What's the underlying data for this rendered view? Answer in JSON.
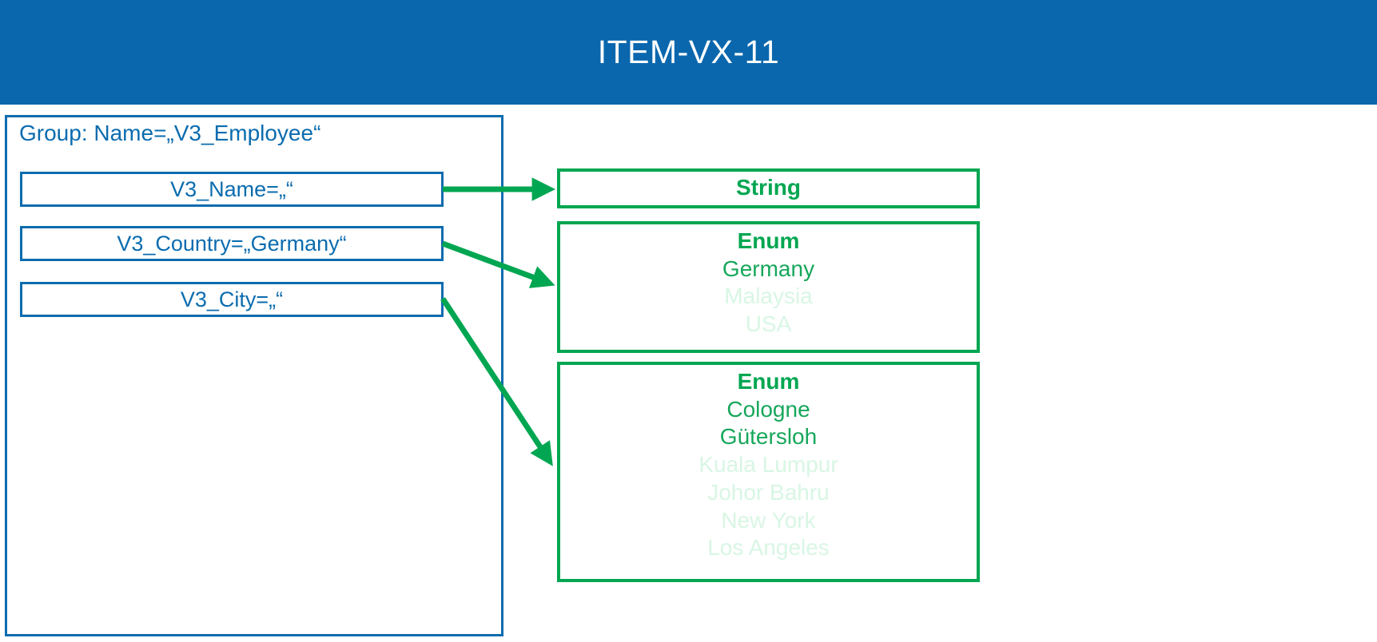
{
  "header": {
    "title": "ITEM-VX-11",
    "background_color": "#0A67AD",
    "text_color": "#FFFFFF"
  },
  "colors": {
    "blue": "#0B6CAF",
    "green": "#00A651",
    "green_text": "#17A75B",
    "green_dim": "#D8F6E4"
  },
  "group_panel": {
    "label": "Group: Name=„V3_Employee“",
    "fields": [
      {
        "name": "V3_Name",
        "label": "V3_Name=„“"
      },
      {
        "name": "V3_Country",
        "label": "V3_Country=„Germany“"
      },
      {
        "name": "V3_City",
        "label": "V3_City=„“"
      }
    ]
  },
  "type_boxes": [
    {
      "name": "string-type",
      "title": "String",
      "items": []
    },
    {
      "name": "country-enum-type",
      "title": "Enum",
      "items": [
        {
          "label": "Germany",
          "dimmed": false
        },
        {
          "label": "Malaysia",
          "dimmed": true
        },
        {
          "label": "USA",
          "dimmed": true
        }
      ]
    },
    {
      "name": "city-enum-type",
      "title": "Enum",
      "items": [
        {
          "label": "Cologne",
          "dimmed": false
        },
        {
          "label": "Gütersloh",
          "dimmed": false
        },
        {
          "label": "Kuala Lumpur",
          "dimmed": true
        },
        {
          "label": "Johor Bahru",
          "dimmed": true
        },
        {
          "label": "New York",
          "dimmed": true
        },
        {
          "label": "Los Angeles",
          "dimmed": true
        }
      ]
    }
  ],
  "connectors": [
    {
      "name": "arrow-name-to-string",
      "from_field": "V3_Name",
      "to_box": "string-type"
    },
    {
      "name": "arrow-country-to-enum",
      "from_field": "V3_Country",
      "to_box": "country-enum-type"
    },
    {
      "name": "arrow-city-to-enum",
      "from_field": "V3_City",
      "to_box": "city-enum-type"
    }
  ]
}
